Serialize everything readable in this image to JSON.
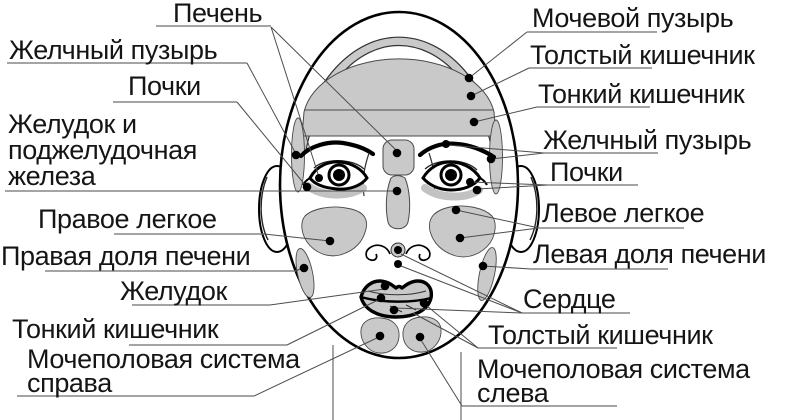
{
  "diagram": {
    "kind": "face-organ-projection",
    "language": "ru"
  },
  "colors": {
    "zone_fill": "#c9c9c9",
    "zone_stroke": "#4a4a4a",
    "outline": "#000000",
    "leader_line": "#4d4d4d",
    "underline": "#6e6e6e",
    "text": "#151515",
    "background": "#ffffff",
    "marker_dot": "#000000"
  },
  "labels": {
    "left": [
      {
        "id": "liver",
        "lines": [
          "Печень"
        ]
      },
      {
        "id": "gallbladder-left",
        "lines": [
          "Желчный пузырь"
        ]
      },
      {
        "id": "kidneys-left",
        "lines": [
          "Почки"
        ]
      },
      {
        "id": "stomach-pancreas",
        "lines": [
          "Желудок и",
          "поджелудочная",
          "железа"
        ]
      },
      {
        "id": "right-lung",
        "lines": [
          "Правое легкое"
        ]
      },
      {
        "id": "right-liver-lobe",
        "lines": [
          "Правая доля печени"
        ]
      },
      {
        "id": "stomach",
        "lines": [
          "Желудок"
        ]
      },
      {
        "id": "small-intestine-left",
        "lines": [
          "Тонкий кишечник"
        ]
      },
      {
        "id": "urogenital-right",
        "lines": [
          "Мочеполовая система",
          "справа"
        ]
      }
    ],
    "right": [
      {
        "id": "bladder",
        "lines": [
          "Мочевой пузырь"
        ]
      },
      {
        "id": "large-intestine-top",
        "lines": [
          "Толстый кишечник"
        ]
      },
      {
        "id": "small-intestine-right",
        "lines": [
          "Тонкий кишечник"
        ]
      },
      {
        "id": "gallbladder-right",
        "lines": [
          "Желчный пузырь"
        ]
      },
      {
        "id": "kidneys-right",
        "lines": [
          "Почки"
        ]
      },
      {
        "id": "left-lung",
        "lines": [
          "Левое легкое"
        ]
      },
      {
        "id": "left-liver-lobe",
        "lines": [
          "Левая доля печени"
        ]
      },
      {
        "id": "heart",
        "lines": [
          "Сердце"
        ]
      },
      {
        "id": "large-intestine-bottom",
        "lines": [
          "Толстый кишечник"
        ]
      },
      {
        "id": "urogenital-left",
        "lines": [
          "Мочеполовая система",
          "слева"
        ]
      }
    ]
  }
}
